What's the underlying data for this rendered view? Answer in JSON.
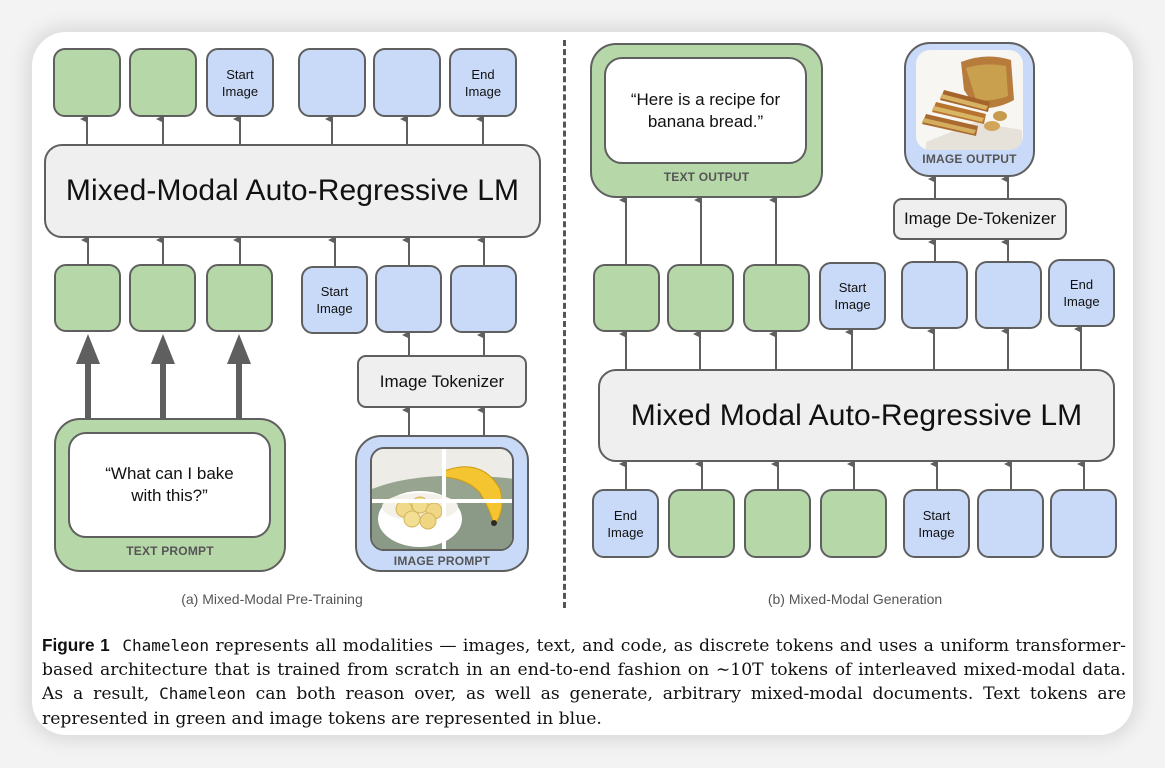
{
  "panel_a": {
    "caption": "(a) Mixed-Modal Pre-Training",
    "lm_label": "Mixed-Modal Auto-Regressive LM",
    "top_tokens": [
      {
        "type": "text",
        "label": ""
      },
      {
        "type": "text",
        "label": ""
      },
      {
        "type": "image",
        "label": "Start Image"
      },
      {
        "type": "image",
        "label": ""
      },
      {
        "type": "image",
        "label": ""
      },
      {
        "type": "image",
        "label": "End Image"
      }
    ],
    "bottom_tokens": [
      {
        "type": "text",
        "label": ""
      },
      {
        "type": "text",
        "label": ""
      },
      {
        "type": "text",
        "label": ""
      },
      {
        "type": "image",
        "label": "Start Image"
      },
      {
        "type": "image",
        "label": ""
      },
      {
        "type": "image",
        "label": ""
      }
    ],
    "tokenizer_label": "Image Tokenizer",
    "text_prompt": {
      "text": "“What can I bake with this?”",
      "label": "TEXT PROMPT"
    },
    "image_prompt": {
      "label": "IMAGE PROMPT",
      "image_desc": "bowl of sliced bananas with a whole banana"
    }
  },
  "panel_b": {
    "caption": "(b) Mixed-Modal Generation",
    "lm_label": "Mixed Modal Auto-Regressive LM",
    "text_output": {
      "text": "“Here is a recipe for banana bread.”",
      "label": "TEXT OUTPUT"
    },
    "image_output": {
      "label": "IMAGE OUTPUT",
      "image_desc": "sliced loaf of banana bread with walnuts"
    },
    "detokenizer_label": "Image De-Tokenizer",
    "middle_tokens": [
      {
        "type": "text",
        "label": ""
      },
      {
        "type": "text",
        "label": ""
      },
      {
        "type": "text",
        "label": ""
      },
      {
        "type": "image",
        "label": "Start Image"
      },
      {
        "type": "image",
        "label": ""
      },
      {
        "type": "image",
        "label": ""
      },
      {
        "type": "image",
        "label": "End Image"
      }
    ],
    "bottom_tokens": [
      {
        "type": "image",
        "label": "End Image"
      },
      {
        "type": "text",
        "label": ""
      },
      {
        "type": "text",
        "label": ""
      },
      {
        "type": "text",
        "label": ""
      },
      {
        "type": "image",
        "label": "Start Image"
      },
      {
        "type": "image",
        "label": ""
      },
      {
        "type": "image",
        "label": ""
      }
    ]
  },
  "colors": {
    "text_token": "#b6d7a8",
    "image_token": "#c9daf8",
    "model_box": "#efefef",
    "stroke": "#5f5f5f"
  },
  "figure_caption": {
    "label": "Figure 1",
    "model_name": "Chameleon",
    "part1": " represents all modalities — images, text, and code, as discrete tokens and uses a uniform transformer-based architecture that is trained from scratch in an end-to-end fashion on ∼10T tokens of interleaved mixed-modal data.  As a result, ",
    "model_name_2": "Chameleon",
    "part2": " can both reason over, as well as generate, arbitrary mixed-modal documents. Text tokens are represented in green and image tokens are represented in blue."
  }
}
